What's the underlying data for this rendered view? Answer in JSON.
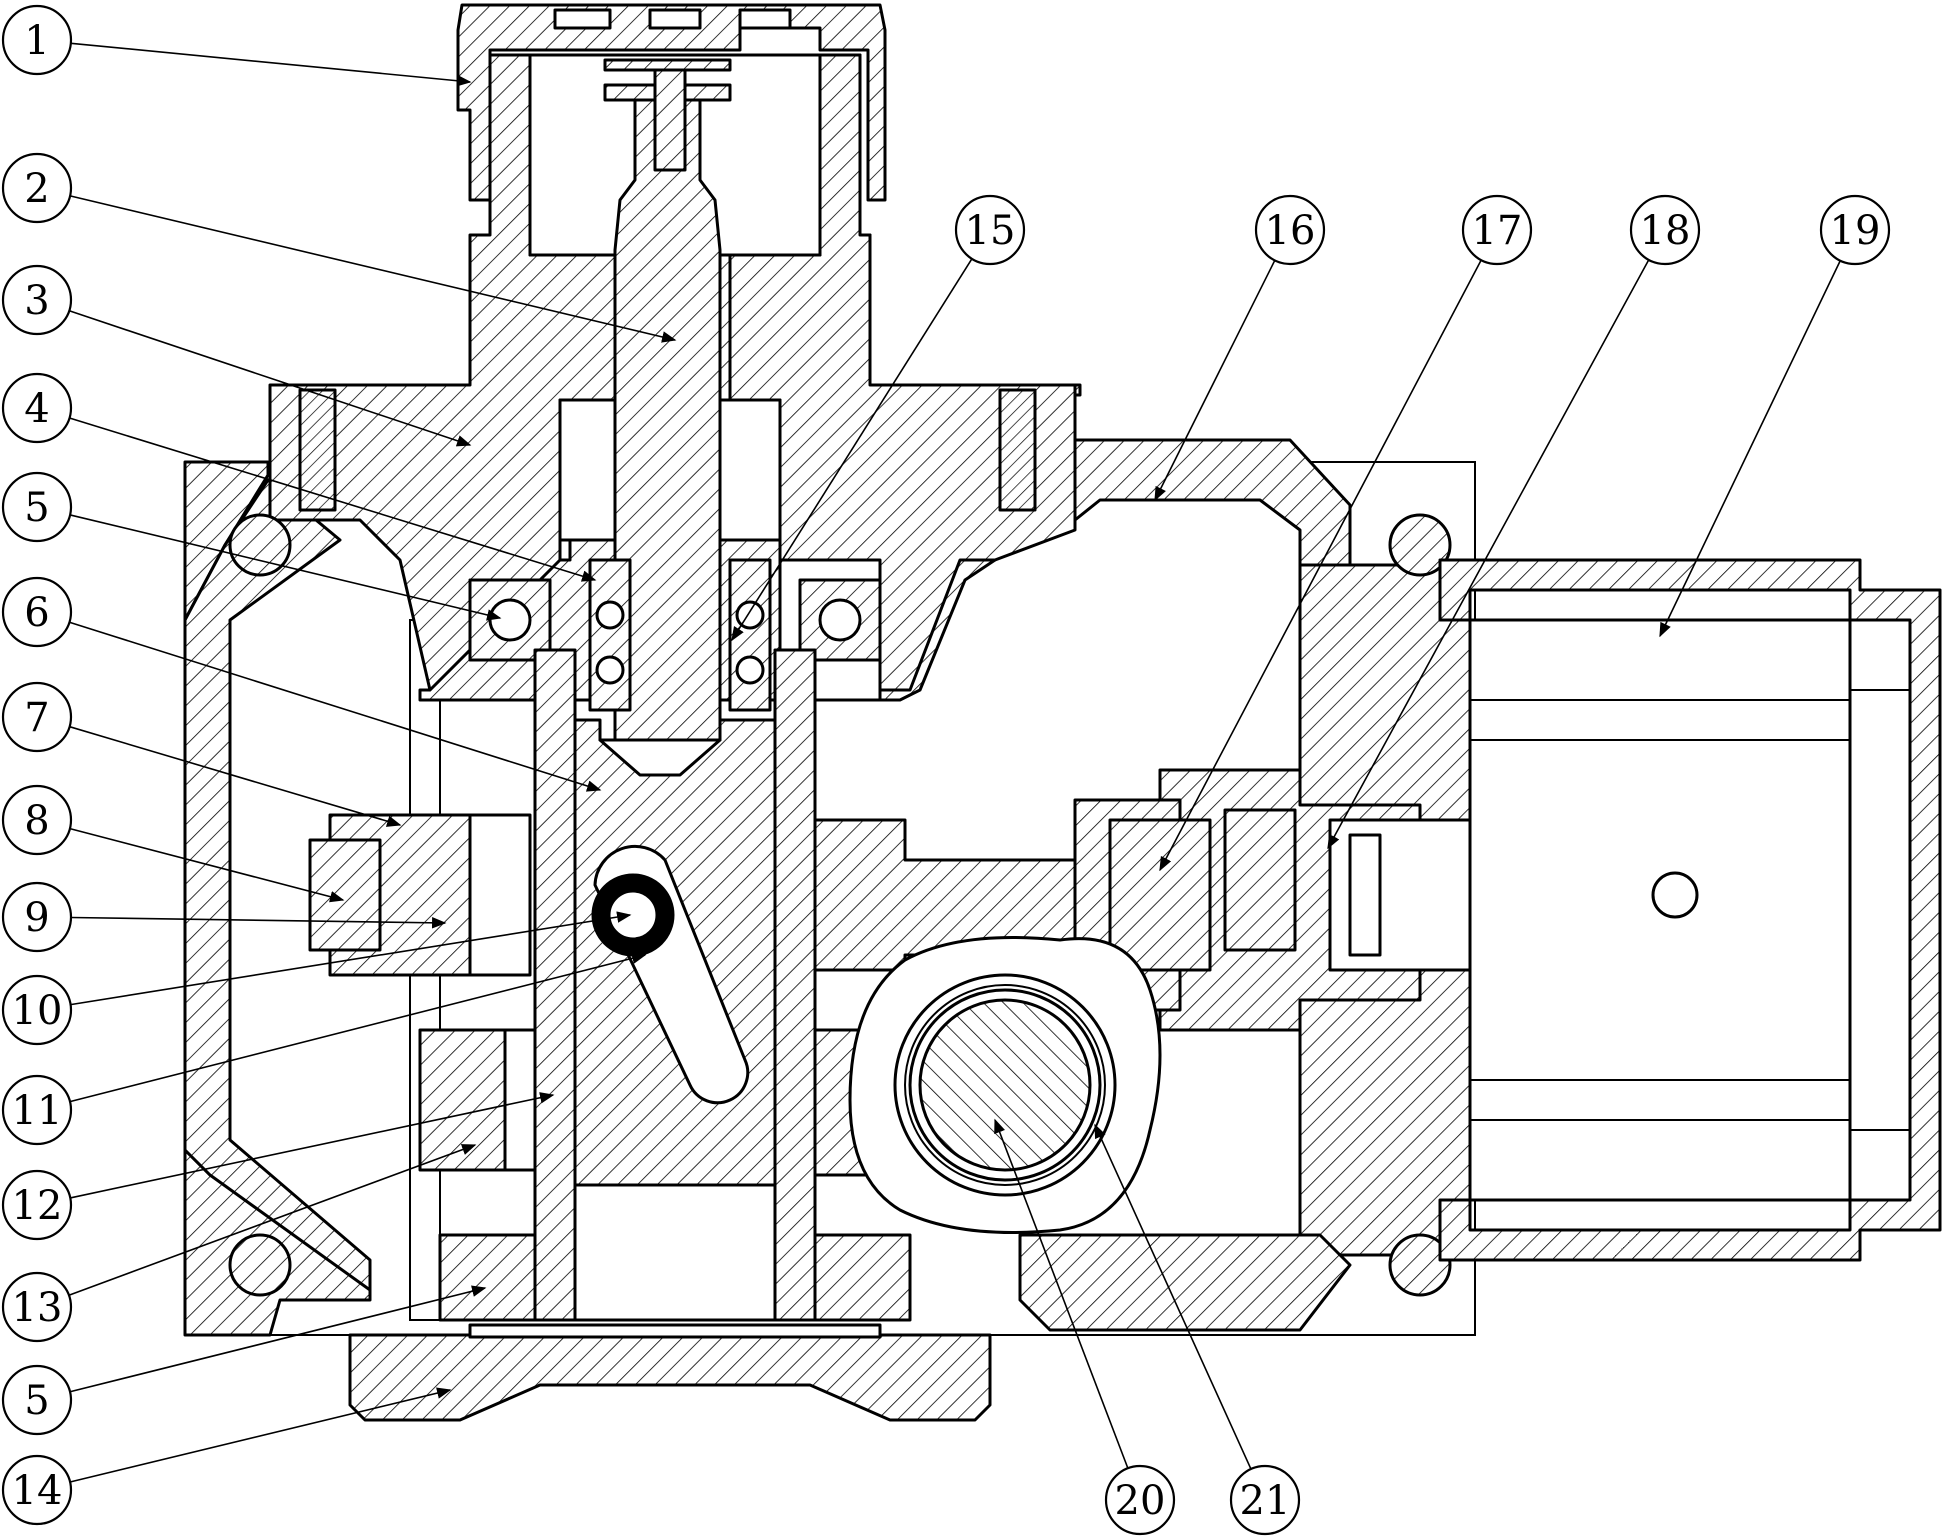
{
  "callouts": [
    {
      "id": "1",
      "label": "1"
    },
    {
      "id": "2",
      "label": "2"
    },
    {
      "id": "3",
      "label": "3"
    },
    {
      "id": "4",
      "label": "4"
    },
    {
      "id": "5a",
      "label": "5"
    },
    {
      "id": "6",
      "label": "6"
    },
    {
      "id": "7",
      "label": "7"
    },
    {
      "id": "8",
      "label": "8"
    },
    {
      "id": "9",
      "label": "9"
    },
    {
      "id": "10",
      "label": "10"
    },
    {
      "id": "11",
      "label": "11"
    },
    {
      "id": "12",
      "label": "12"
    },
    {
      "id": "13",
      "label": "13"
    },
    {
      "id": "5b",
      "label": "5"
    },
    {
      "id": "14",
      "label": "14"
    },
    {
      "id": "15",
      "label": "15"
    },
    {
      "id": "16",
      "label": "16"
    },
    {
      "id": "17",
      "label": "17"
    },
    {
      "id": "18",
      "label": "18"
    },
    {
      "id": "19",
      "label": "19"
    },
    {
      "id": "20",
      "label": "20"
    },
    {
      "id": "21",
      "label": "21"
    }
  ]
}
